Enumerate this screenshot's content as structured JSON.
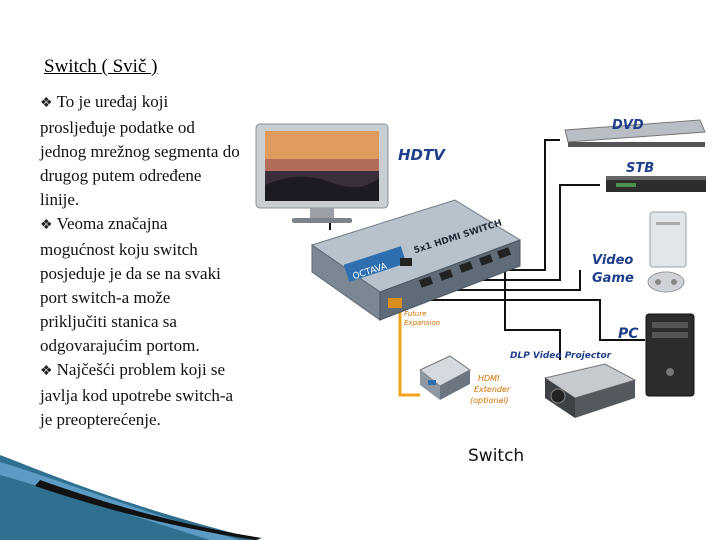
{
  "slide": {
    "title": "Switch ( Svič )",
    "bullets": [
      "To je uređaj koji prosljeđuje podatke od jednog mrežnog segmenta do drugog putem određene linije.",
      "Veoma značajna mogućnost koju switch posjeduje je da se na svaki port switch-a može priključiti stanica sa odgovarajućim portom.",
      "Najčešći problem koji se javlja kod upotrebe switch-a je preopterećenje."
    ],
    "bullet_icon": "diamond-bullet-icon",
    "caption": "Switch"
  },
  "diagram": {
    "labels": {
      "hdtv": "HDTV",
      "dvd": "DVD",
      "stb": "STB",
      "video_game": [
        "Video",
        "Game"
      ],
      "pc": "PC",
      "projector": "DLP Video Projector",
      "extender": [
        "HDMI",
        "Extender",
        "(optional)"
      ],
      "future": [
        "Future",
        "Expansion"
      ],
      "switch_brand": "OCTAVA",
      "switch_model": "5x1 HDMI SWITCH"
    },
    "colors": {
      "label_blue": "#1f3f8a",
      "cable_black": "#111111",
      "cable_orange": "#f2a31b",
      "switch_body": "#9aa7b3"
    }
  }
}
